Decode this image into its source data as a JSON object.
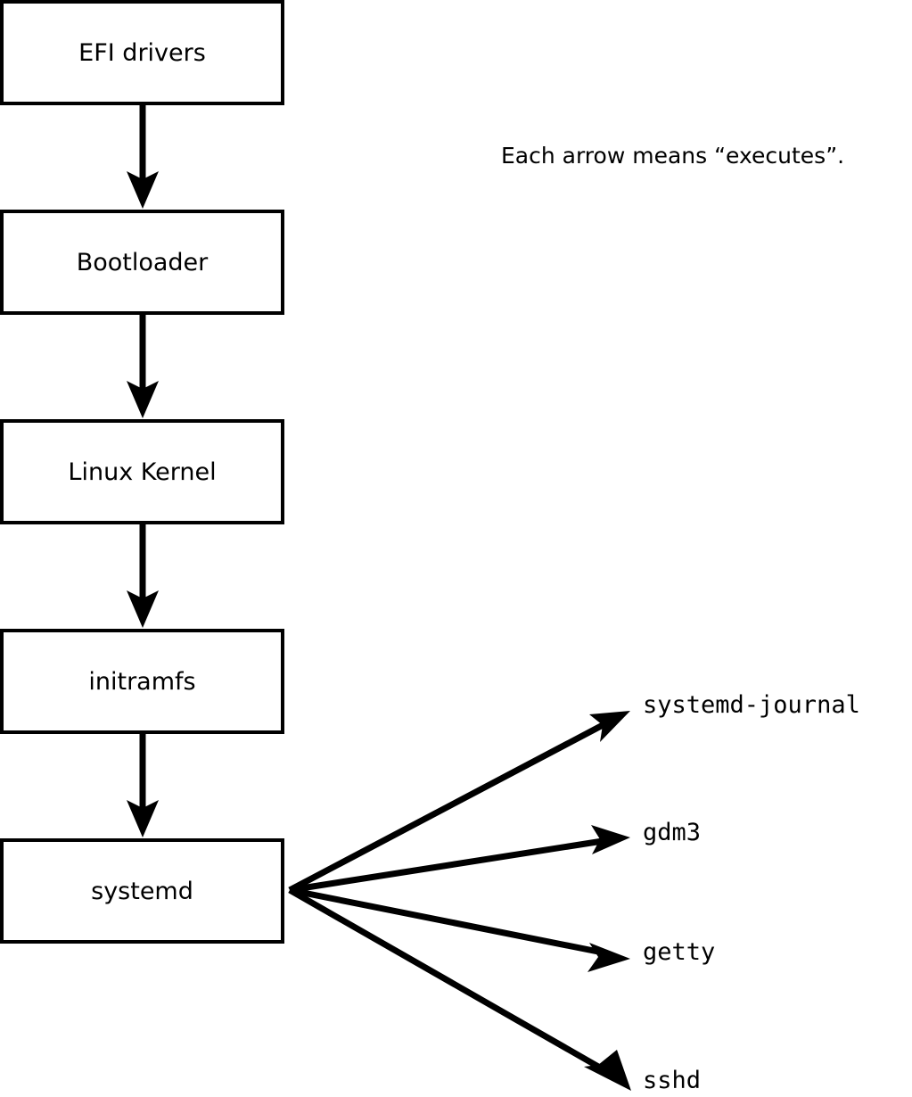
{
  "diagram": {
    "title_caption": "Each arrow means “executes”.",
    "arrow_semantics": "executes",
    "stroke_color": "#000000",
    "fill_color": "#ffffff",
    "boot_chain": [
      {
        "id": "efi-drivers",
        "label": "EFI drivers"
      },
      {
        "id": "bootloader",
        "label": "Bootloader"
      },
      {
        "id": "linux-kernel",
        "label": "Linux Kernel"
      },
      {
        "id": "initramfs",
        "label": "initramfs"
      },
      {
        "id": "systemd",
        "label": "systemd"
      }
    ],
    "services": [
      {
        "id": "systemd-journal",
        "label": "systemd-journal"
      },
      {
        "id": "gdm3",
        "label": "gdm3"
      },
      {
        "id": "getty",
        "label": "getty"
      },
      {
        "id": "sshd",
        "label": "sshd"
      }
    ],
    "edges": [
      {
        "from": "efi-drivers",
        "to": "bootloader"
      },
      {
        "from": "bootloader",
        "to": "linux-kernel"
      },
      {
        "from": "linux-kernel",
        "to": "initramfs"
      },
      {
        "from": "initramfs",
        "to": "systemd"
      },
      {
        "from": "systemd",
        "to": "systemd-journal"
      },
      {
        "from": "systemd",
        "to": "gdm3"
      },
      {
        "from": "systemd",
        "to": "getty"
      },
      {
        "from": "systemd",
        "to": "sshd"
      }
    ]
  }
}
